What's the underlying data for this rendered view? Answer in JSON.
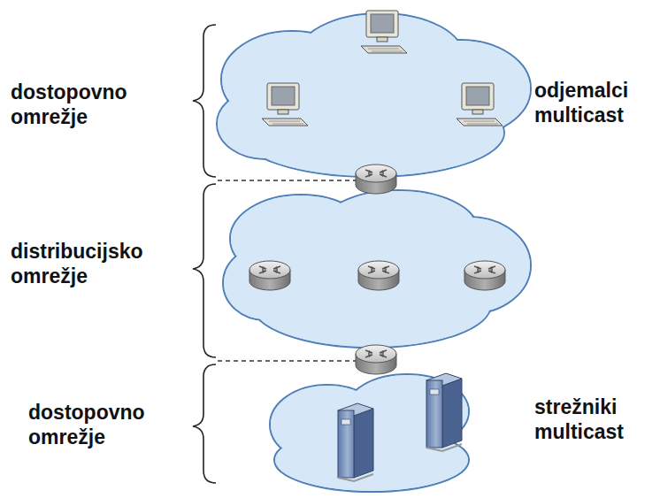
{
  "diagram": {
    "labels": [
      "dostopovno omrežje",
      "odjemalci multicast",
      "distribucijsko omrežje",
      "dostopovno omrežje",
      "strežniki multicast"
    ]
  }
}
